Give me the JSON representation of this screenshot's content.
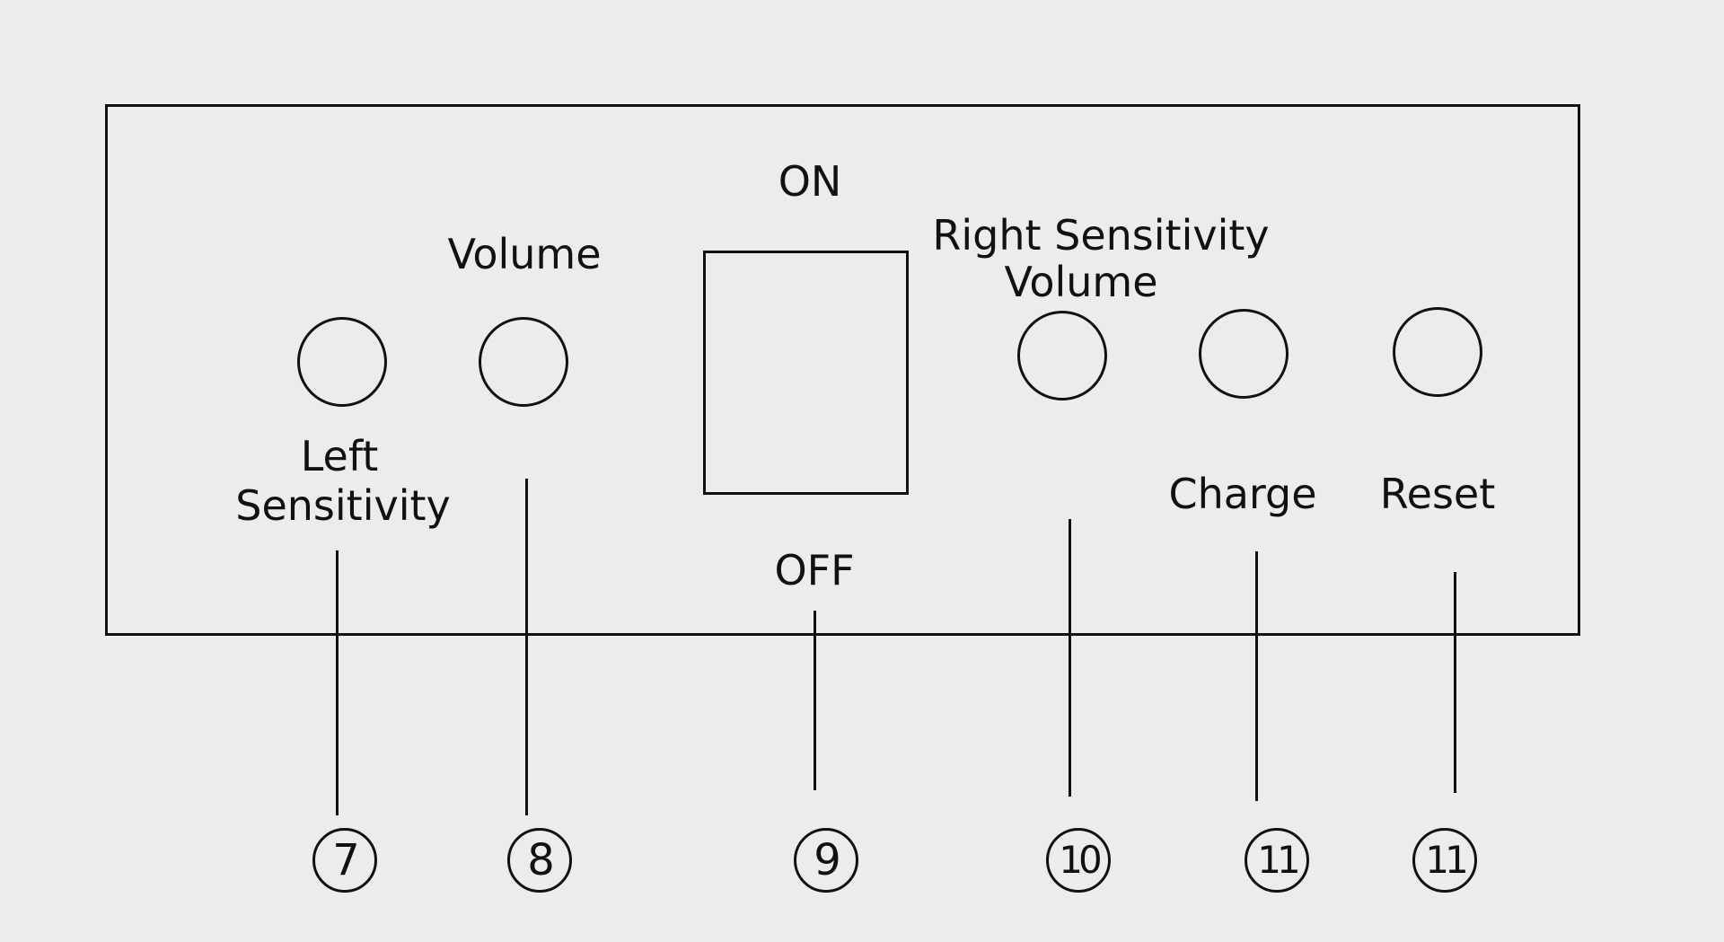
{
  "switch": {
    "on_label": "ON",
    "off_label": "OFF"
  },
  "controls": {
    "left_sensitivity": {
      "label_lines": [
        "Left",
        "Sensitivity"
      ],
      "callout": "7"
    },
    "volume": {
      "label": "Volume",
      "callout": "8"
    },
    "power_switch": {
      "callout": "9"
    },
    "right_sensitivity_volume": {
      "label_lines": [
        "Right Sensitivity",
        "Volume"
      ],
      "callout": "10"
    },
    "charge": {
      "label": "Charge",
      "callout": "11"
    },
    "reset": {
      "label": "Reset",
      "callout": "11"
    }
  }
}
